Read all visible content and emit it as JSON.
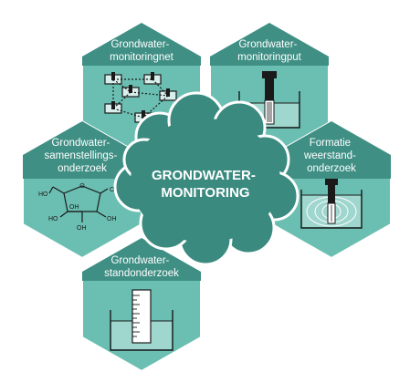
{
  "center": {
    "line1": "GRONDWATER-",
    "line2": "MONITORING"
  },
  "hexagons": [
    {
      "id": "netwerk",
      "title": [
        "Grondwater-",
        "monitoringnet"
      ],
      "icon": "monitoring-network-icon"
    },
    {
      "id": "put",
      "title": [
        "Grondwater-",
        "monitoringput"
      ],
      "icon": "monitoring-well-icon"
    },
    {
      "id": "samenstelling",
      "title": [
        "Grondwater-",
        "samenstellings-",
        "onderzoek"
      ],
      "icon": "glucose-molecule-icon"
    },
    {
      "id": "formatie",
      "title": [
        "Formatie",
        "weerstand-",
        "onderzoek"
      ],
      "icon": "formation-resistance-icon"
    },
    {
      "id": "stand",
      "title": [
        "Grondwater-",
        "standonderzoek"
      ],
      "icon": "water-level-gauge-icon"
    }
  ],
  "molecule_labels": [
    "O",
    "OH",
    "HO",
    "OH",
    "HO",
    "OH",
    "OH"
  ],
  "colors": {
    "hex_fill": "#6bbfb2",
    "header_band": "#3f8f84",
    "hex_border": "#3a8378",
    "center_cloud": "#3a8a7f",
    "water": "#9fd6cd",
    "ink": "#1a1a1a"
  }
}
